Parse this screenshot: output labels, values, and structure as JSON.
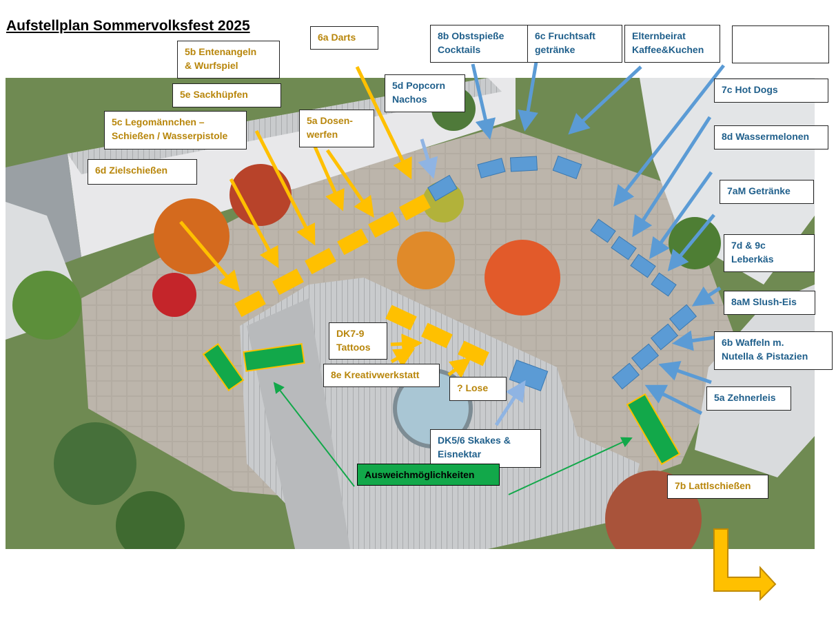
{
  "title": "Aufstellplan Sommervolksfest 2025",
  "colors": {
    "game_booth": "#ffc000",
    "food_booth": "#5b9bd5",
    "alternative": "#12a84a",
    "gold_text": "#b8860b",
    "blue_text": "#1f5f8b"
  },
  "labels": {
    "darts_6a": "6a Darts",
    "entenangeln_5b": "5b Entenangeln\n& Wurfspiel",
    "sackhuepfen_5e": "5e Sackhüpfen",
    "legomaennchen_5c": "5c Legomännchen –\nSchießen / Wasserpistole",
    "dosenwerfen_5a": "5a Dosen-\nwerfen",
    "zielschiessen_6d": "6d Zielschießen",
    "popcorn_5d": "5d Popcorn\nNachos",
    "obstspiesse_8b": "8b Obstspieße\nCocktails",
    "fruchtsaft_6c": "6c Fruchtsaft\ngetränke",
    "elternbeirat": "Elternbeirat\nKaffee&Kuchen",
    "empty_box": "",
    "hotdogs_7c": "7c Hot Dogs",
    "wassermelonen_8d": "8d Wassermelonen",
    "getraenke_7am": "7aM Getränke",
    "leberkaes_7d9c": "7d & 9c\nLeberkäs",
    "slusheis_8am": "8aM Slush-Eis",
    "waffeln_6b": "6b    Waffeln m.\nNutella & Pistazien",
    "zehnerleis_5a": "5a Zehnerleis",
    "tattoos_dk79": "DK7-9\nTattoos",
    "kreativwerkstatt_8e": "8e Kreativwerkstatt",
    "lose": "? Lose",
    "skakes_dk56": "DK5/6 Skakes &\nEisnektar",
    "ausweich": "Ausweichmöglichkeiten",
    "lattlschiessen_7b": "7b Lattlschießen"
  }
}
